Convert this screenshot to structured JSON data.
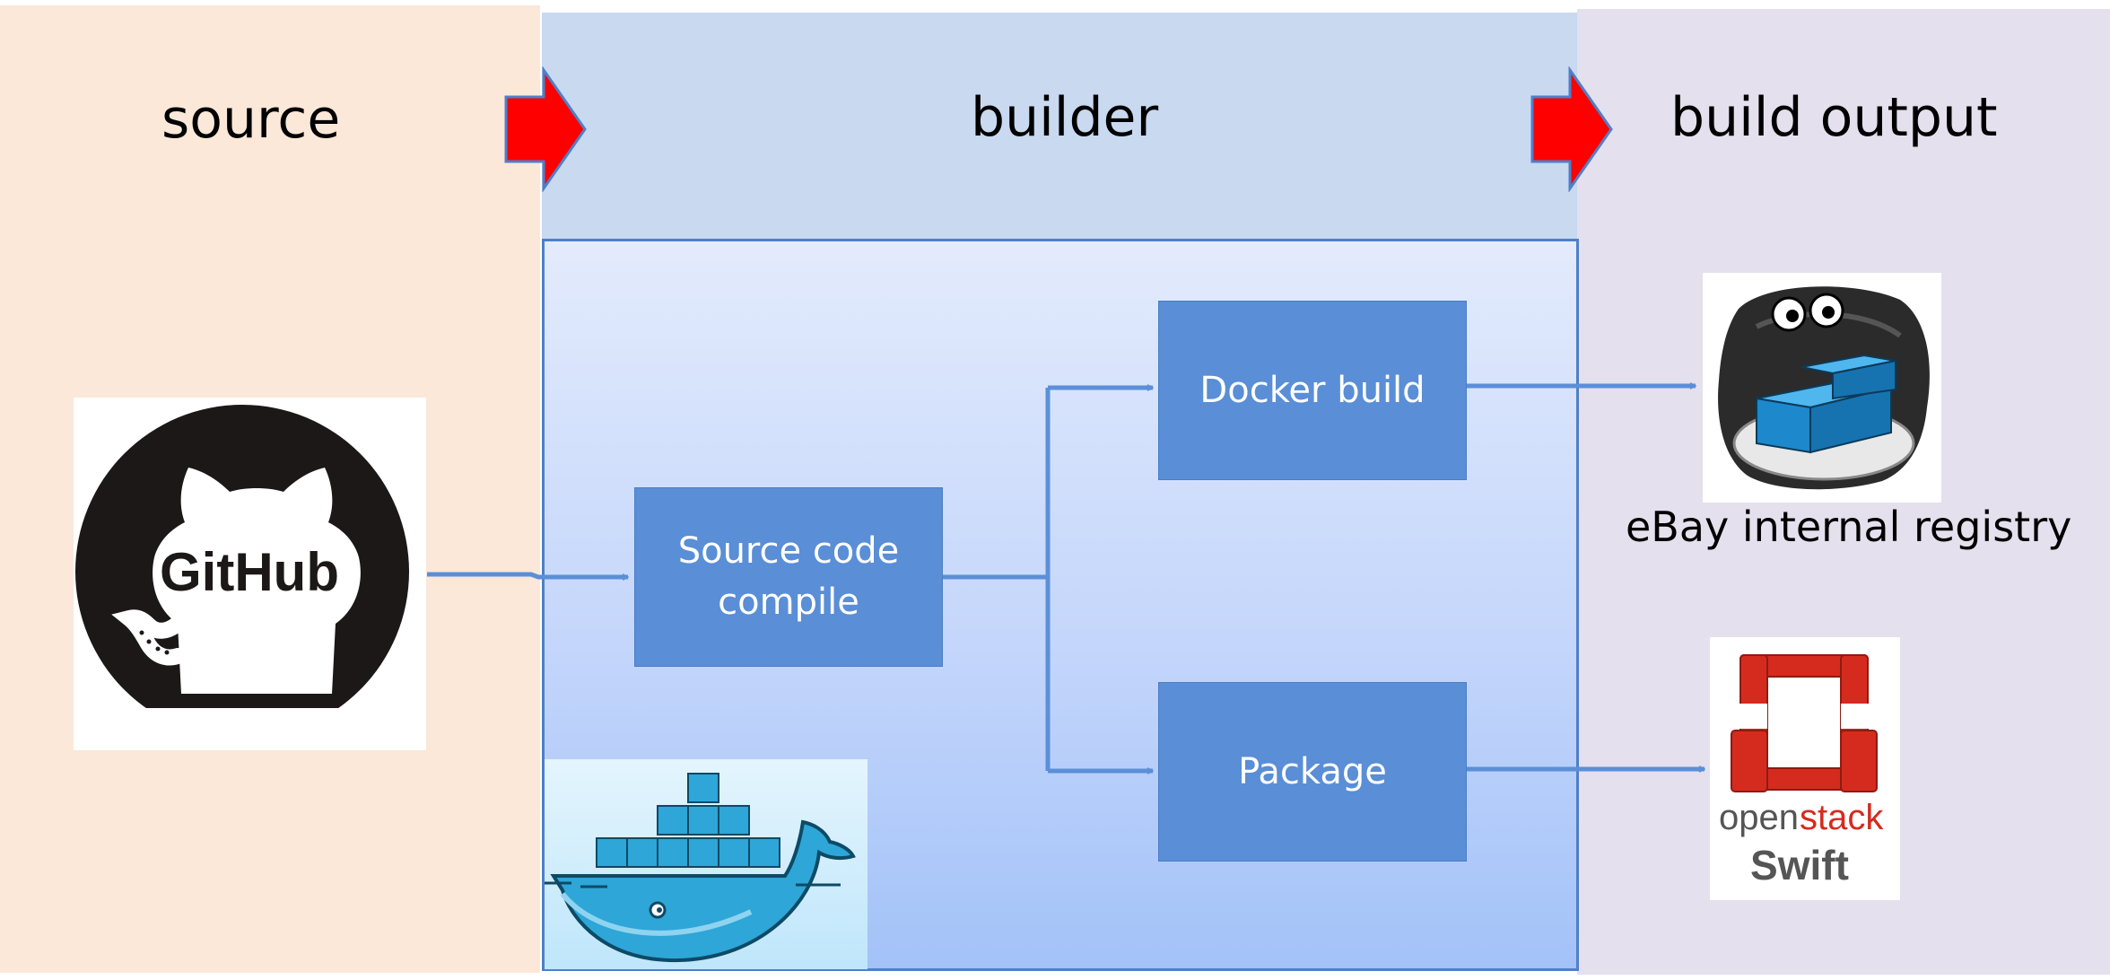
{
  "headers": {
    "source": "source",
    "builder": "builder",
    "output": "build output"
  },
  "nodes": {
    "compile": {
      "line1": "Source code",
      "line2": "compile"
    },
    "docker_build": "Docker build",
    "package": "Package"
  },
  "logos": {
    "github": "GitHub",
    "openstack_open": "open",
    "openstack_stack": "stack",
    "openstack_swift": "Swift"
  },
  "outputs": {
    "registry_caption": "eBay internal registry"
  },
  "colors": {
    "source_panel": "#fbe8d9",
    "builder_header": "#c8d9f0",
    "output_panel": "#e5e0ed",
    "process_box": "#5a8ed6",
    "connector": "#5b8fd8",
    "flow_arrow": "#ff0000"
  },
  "icons": [
    "github-octocat-icon",
    "docker-whale-icon",
    "registry-oyster-icon",
    "openstack-icon",
    "flow-arrow-icon"
  ]
}
